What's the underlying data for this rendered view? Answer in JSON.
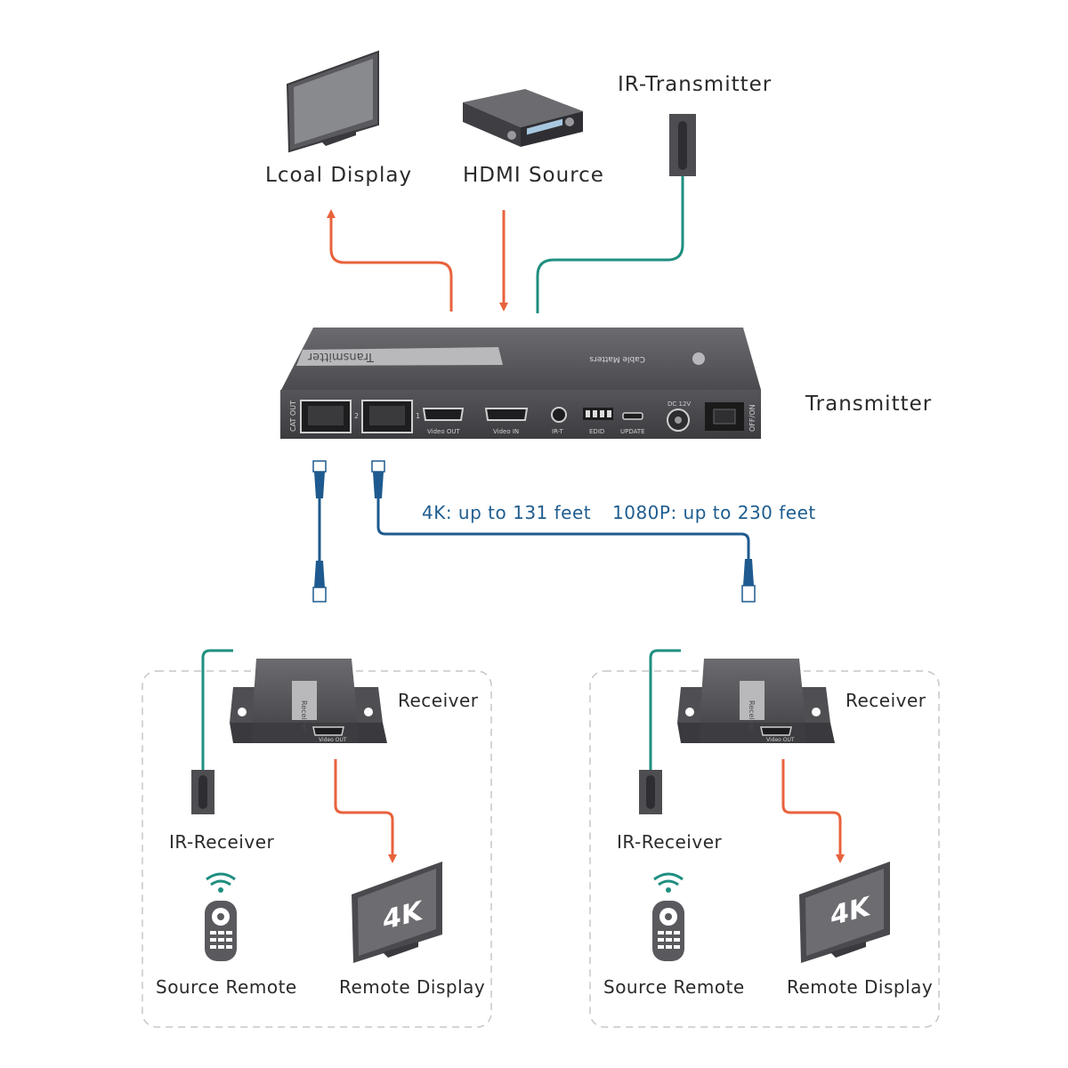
{
  "labels": {
    "local_display": "Lcoal Display",
    "hdmi_source": "HDMI Source",
    "ir_transmitter": "IR-Transmitter",
    "transmitter": "Transmitter",
    "distance_4k": "4K: up to 131 feet",
    "distance_1080p": "1080P: up to 230 feet"
  },
  "transmitter_device": {
    "side_label": "Transmitter",
    "brand": "Cable Matters",
    "ports": {
      "cat_out": "CAT OUT",
      "port_2": "2",
      "port_1": "1",
      "video_out": "Video OUT",
      "video_in": "Video IN",
      "ir_t": "IR-T",
      "edid": "EDID",
      "update": "UPDATE",
      "dc": "DC 12V",
      "power": "OFF/ON"
    }
  },
  "receivers": [
    {
      "title": "Receiver",
      "device_label": "Receiver",
      "port_label": "Video OUT",
      "ir_receiver": "IR-Receiver",
      "source_remote": "Source Remote",
      "remote_display": "Remote Display",
      "screen_text": "4K"
    },
    {
      "title": "Receiver",
      "device_label": "Receiver",
      "port_label": "Video OUT",
      "ir_receiver": "IR-Receiver",
      "source_remote": "Source Remote",
      "remote_display": "Remote Display",
      "screen_text": "4K"
    }
  ],
  "colors": {
    "signal_arrow": "#e8623c",
    "ir_cable": "#1f8f80",
    "cat_cable": "#1e5a8f",
    "device_body": "#5a5a5e"
  }
}
